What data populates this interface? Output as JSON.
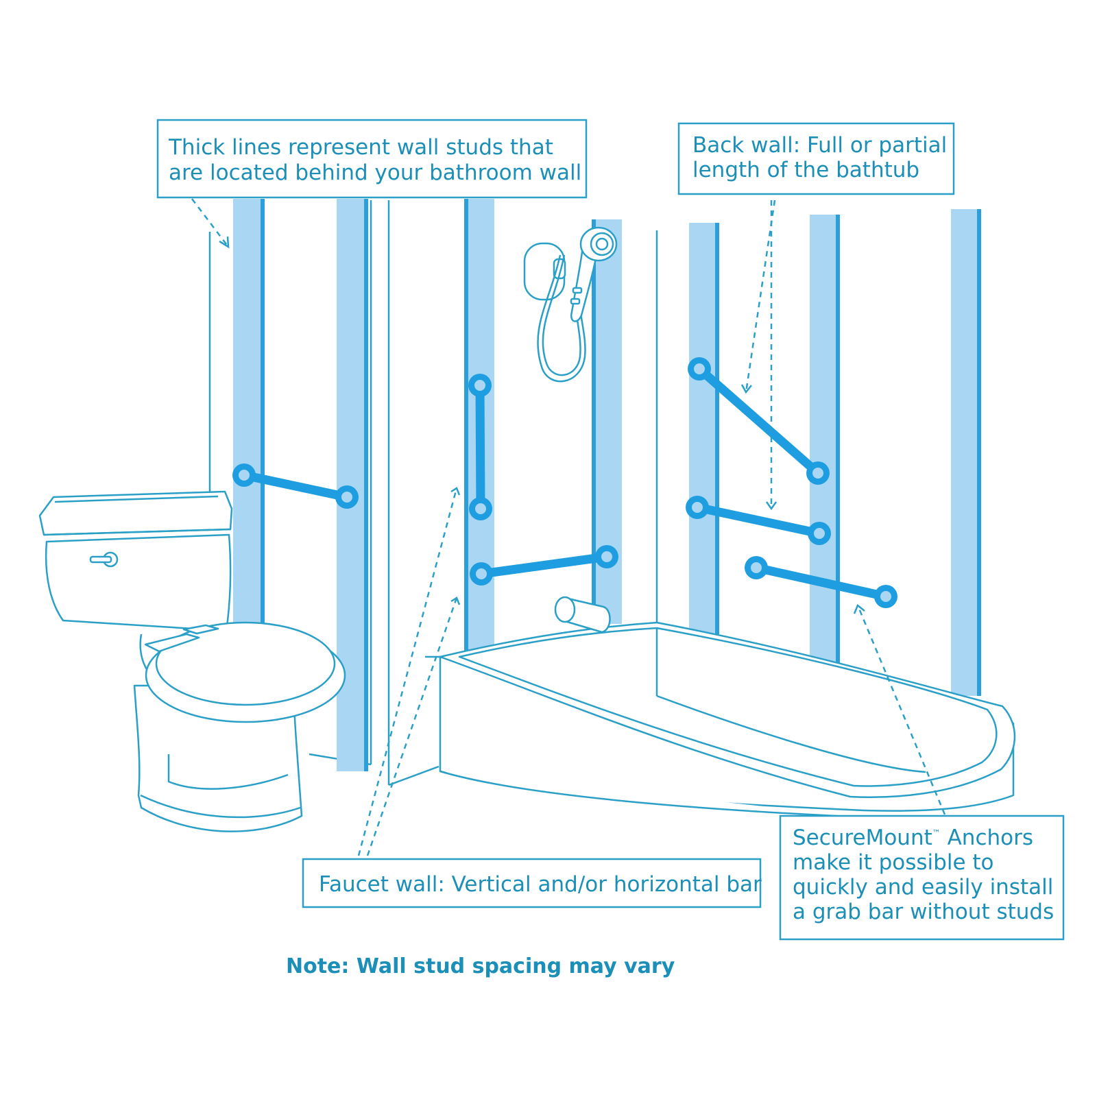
{
  "colors": {
    "stud_fill": "#a9d6f3",
    "stud_edge": "#2a9fdc",
    "outline": "#2a9fc7",
    "grab_bar": "#1e9ee0",
    "text": "#1b8fb8"
  },
  "callouts": {
    "studs": {
      "line1": "Thick lines represent wall studs that",
      "line2": "are located behind your bathroom wall"
    },
    "back_wall": {
      "line1": "Back wall: Full or partial",
      "line2": "length of the bathtub"
    },
    "faucet_wall": {
      "line1": "Faucet wall: Vertical and/or horizontal bar"
    },
    "anchors": {
      "line1_main": "SecureMount",
      "line1_tm": "™",
      "line1_rest": " Anchors",
      "line2": "make it possible to",
      "line3": "quickly and easily install",
      "line4": "a grab bar without studs"
    }
  },
  "note": "Note: Wall stud spacing may vary"
}
